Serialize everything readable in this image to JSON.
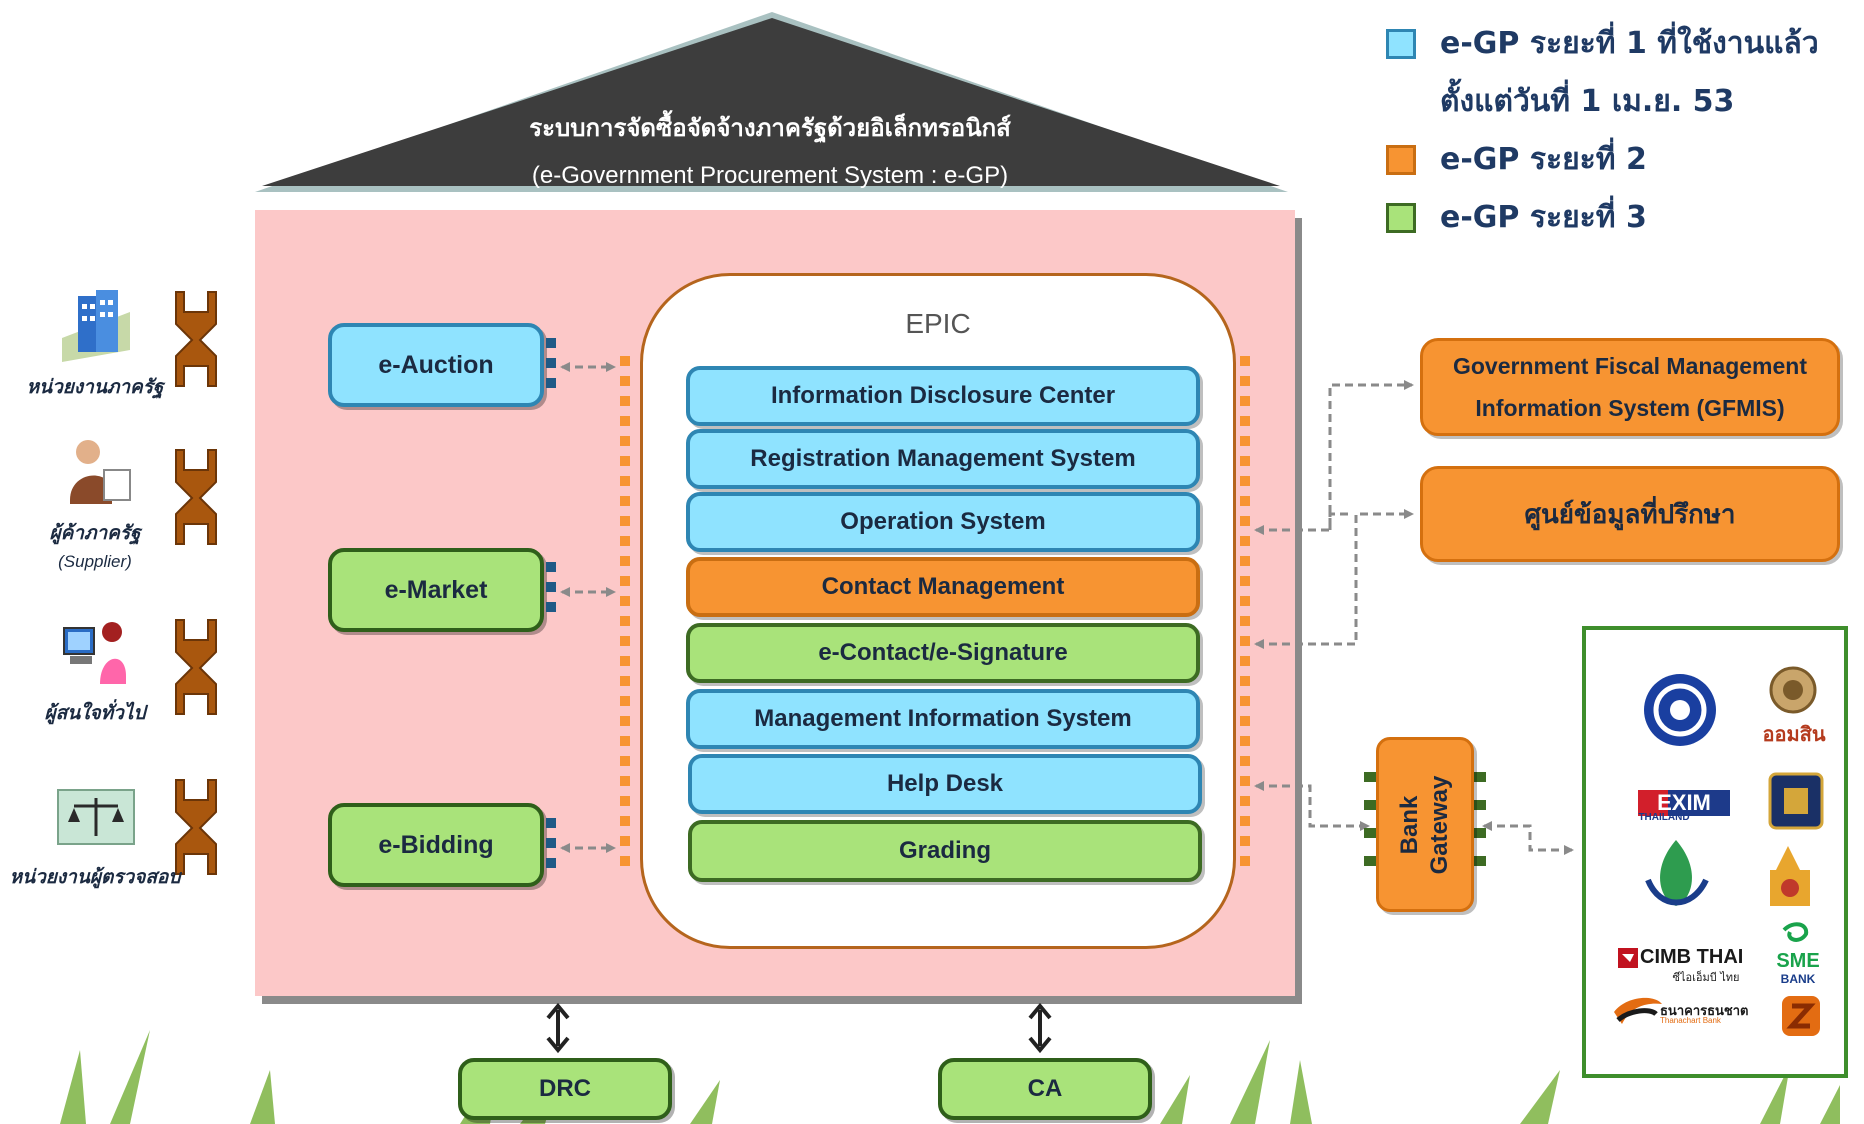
{
  "roof": {
    "title_th": "ระบบการจัดซื้อจัดจ้างภาครัฐด้วยอิเล็กทรอนิกส์",
    "subtitle_en": "(e-Government Procurement System : e-GP)"
  },
  "legend": [
    {
      "line1": "e-GP ระยะที่ 1 ที่ใช้งานแล้ว",
      "line2": "ตั้งแต่วันที่ 1 เม.ย. 53",
      "color": "#8fe3ff",
      "border": "#2e86b3"
    },
    {
      "line1": "e-GP ระยะที่ 2",
      "color": "#f79432",
      "border": "#c96e12"
    },
    {
      "line1": "e-GP ระยะที่ 3",
      "color": "#a9e37a",
      "border": "#3d6b23"
    }
  ],
  "actors": [
    {
      "label": "หน่วยงานภาครัฐ",
      "icon": "government-building-icon"
    },
    {
      "label": "ผู้ค้าภาครัฐ",
      "sub": "(Supplier)",
      "icon": "supplier-person-icon"
    },
    {
      "label": "ผู้สนใจทั่วไป",
      "icon": "computer-user-icon"
    },
    {
      "label": "หน่วยงานผู้ตรวจสอบ",
      "icon": "justice-scale-icon"
    }
  ],
  "modules": {
    "auction": "e-Auction",
    "market": "e-Market",
    "bidding": "e-Bidding"
  },
  "epic": {
    "title": "EPIC",
    "items": [
      {
        "label": "Information Disclosure Center",
        "phase": "blue"
      },
      {
        "label": "Registration  Management System",
        "phase": "blue"
      },
      {
        "label": "Operation System",
        "phase": "blue"
      },
      {
        "label": "Contact Management",
        "phase": "orange"
      },
      {
        "label": "e-Contact/e-Signature",
        "phase": "green"
      },
      {
        "label": "Management Information System",
        "phase": "blue"
      },
      {
        "label": "Help Desk",
        "phase": "blue"
      },
      {
        "label": "Grading",
        "phase": "green"
      }
    ]
  },
  "external": {
    "gfmis_line1": "Government Fiscal Management",
    "gfmis_line2": "Information System (GFMIS)",
    "consult": "ศูนย์ข้อมูลที่ปรึกษา",
    "bank_gateway_line1": "Bank",
    "bank_gateway_line2": "Gateway"
  },
  "bottom": {
    "drc": "DRC",
    "ca": "CA"
  },
  "banks": {
    "gsb": "ออมสิน",
    "exim": "EXIM",
    "exim_sub": "THAILAND",
    "cimb": "CIMB THAI",
    "cimb_sub": "ซีไอเอ็มบี ไทย",
    "sme": "SME",
    "sme_sub": "BANK",
    "thanachart": "ธนาคารธนชาต",
    "thanachart_sub": "Thanachart Bank"
  }
}
